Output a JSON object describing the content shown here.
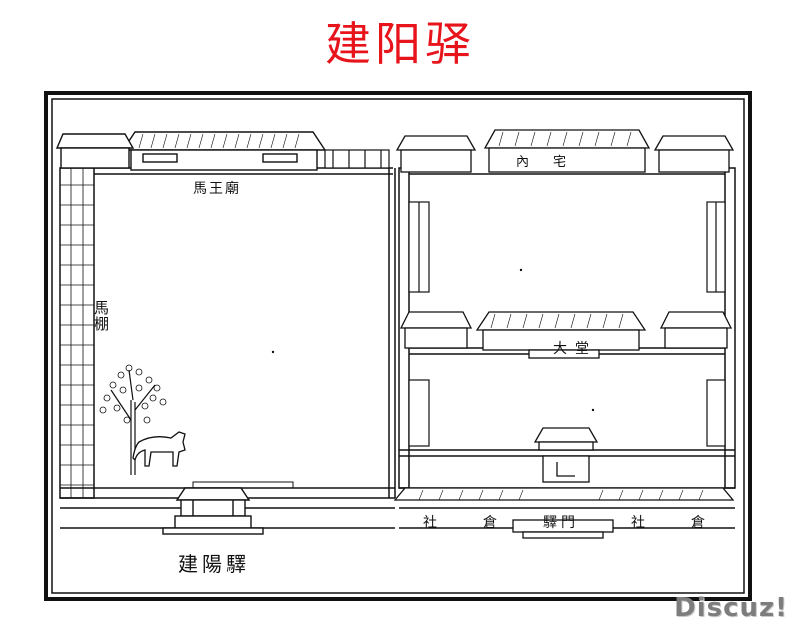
{
  "title": {
    "text": "建阳驿",
    "color": "#e8141b"
  },
  "map": {
    "labels": {
      "stable": "馬棚",
      "horse_temple": "馬王廟",
      "inner_house": "內宅",
      "great_hall": "大堂",
      "station_name": "建陽驛",
      "granary_left": "社倉",
      "granary_right": "社倉",
      "gatehouse": "驛門"
    },
    "colors": {
      "ink": "#111111",
      "paper": "#ffffff"
    }
  },
  "watermark": {
    "text": "Discuz!",
    "color": "#7d7d7d"
  }
}
